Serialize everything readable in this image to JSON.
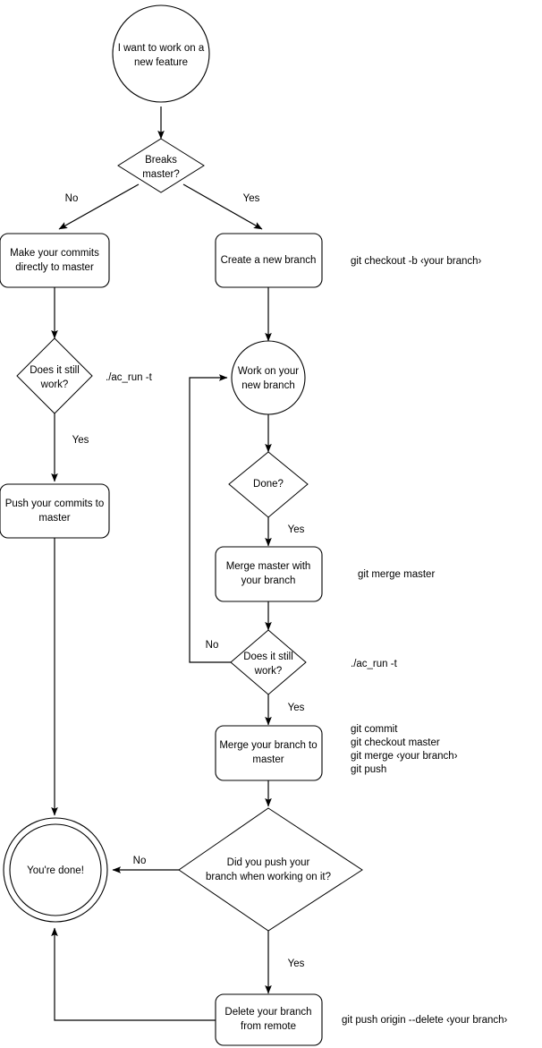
{
  "diagram": {
    "title": "Git feature branch workflow flowchart",
    "background_color": "#ffffff",
    "stroke_color": "#000000",
    "text_color": "#000000"
  },
  "nodes": {
    "start": {
      "shape": "circle",
      "line1": "I want to work on a",
      "line2": "new feature"
    },
    "breaks_master": {
      "shape": "diamond",
      "line1": "Breaks",
      "line2": "master?"
    },
    "make_commits": {
      "shape": "rounded-rect",
      "line1": "Make your commits",
      "line2": "directly to master"
    },
    "create_branch": {
      "shape": "rounded-rect",
      "line1": "Create a new branch",
      "line2": ""
    },
    "does_it_work_left": {
      "shape": "diamond",
      "line1": "Does it still",
      "line2": "work?"
    },
    "push_commits": {
      "shape": "rounded-rect",
      "line1": "Push your commits to",
      "line2": "master"
    },
    "work_on_branch": {
      "shape": "circle",
      "line1": "Work on your",
      "line2": "new branch"
    },
    "done_q": {
      "shape": "diamond",
      "line1": "Done?",
      "line2": ""
    },
    "merge_master": {
      "shape": "rounded-rect",
      "line1": "Merge master with",
      "line2": "your branch"
    },
    "does_it_work_right": {
      "shape": "diamond",
      "line1": "Does it still",
      "line2": "work?"
    },
    "merge_branch": {
      "shape": "rounded-rect",
      "line1": "Merge your branch to",
      "line2": "master"
    },
    "did_you_push": {
      "shape": "diamond",
      "line1": "Did you push your",
      "line2": "branch when working on it?"
    },
    "youre_done": {
      "shape": "double-circle",
      "line1": "You're done!",
      "line2": ""
    },
    "delete_branch": {
      "shape": "rounded-rect",
      "line1": "Delete your branch",
      "line2": "from remote"
    }
  },
  "edge_labels": {
    "no_breaks": "No",
    "yes_breaks": "Yes",
    "yes_work_left": "Yes",
    "yes_done": "Yes",
    "no_work_right": "No",
    "yes_work_right": "Yes",
    "no_did_push": "No",
    "yes_did_push": "Yes"
  },
  "annotations": {
    "checkout_b": "git checkout -b ‹your branch›",
    "ac_run_left": "./ac_run -t",
    "merge_master_cmd": "git merge master",
    "ac_run_right": "./ac_run -t",
    "merge_block_line1": "git commit",
    "merge_block_line2": "git checkout master",
    "merge_block_line3": "git merge ‹your branch›",
    "merge_block_line4": "git push",
    "delete_remote_cmd": "git push origin --delete ‹your branch›"
  }
}
